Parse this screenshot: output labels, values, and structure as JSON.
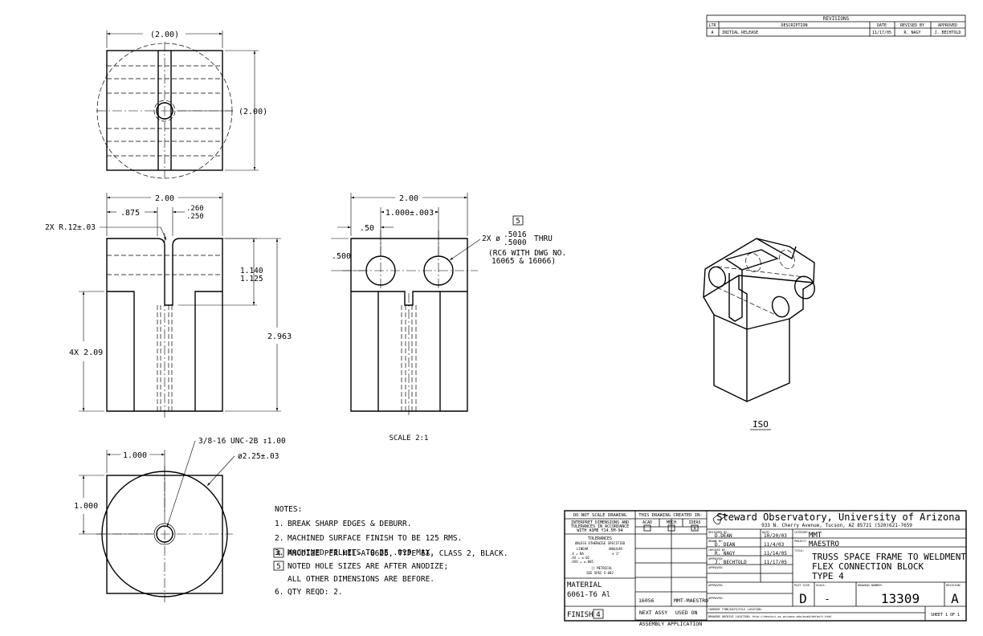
{
  "revisions": {
    "title": "REVISIONS",
    "headers": [
      "LTR",
      "DESCRIPTION",
      "DATE",
      "REVISED BY",
      "APPROVED"
    ],
    "rows": [
      [
        "A",
        "INITIAL RELEASE",
        "11/17/05",
        "R. NAGY",
        "J. BECHTOLD"
      ]
    ]
  },
  "views": {
    "top": {
      "dim_width": "(2.00)",
      "dim_height": "(2.00)"
    },
    "front": {
      "dim_width": "2.00",
      "dim_875": ".875",
      "dim_slot_1": ".260",
      "dim_slot_2": ".250",
      "radius": "2X R.12±.03",
      "dim_depth_1": "1.140",
      "dim_depth_2": "1.125",
      "dim_leg": "4X 2.09",
      "dim_height": "2.963"
    },
    "side": {
      "dim_width": "2.00",
      "dim_spacing": "1.000±.003",
      "dim_50": ".50",
      "dim_500": ".500",
      "flag": "5",
      "hole_prefix": "2X ø",
      "hole_max": ".5016",
      "hole_min": ".5000",
      "hole_thru": "THRU",
      "note_1": "(RC6 WITH DWG NO.",
      "note_2": "16065 & 16066)",
      "scale": "SCALE 2:1"
    },
    "bottom": {
      "dim_1000": "1.000",
      "dim_1000_v": "1.000",
      "thread": "3/8-16 UNC-2B ↧1.00",
      "diameter": "ø2.25±.03"
    },
    "iso_label": "ISO"
  },
  "notes": {
    "title": "NOTES:",
    "items": [
      {
        "num": "1.",
        "text": "BREAK SHARP EDGES & DEBURR."
      },
      {
        "num": "2.",
        "text": "MACHINED SURFACE FINISH TO BE 125 RMS."
      },
      {
        "num": "3.",
        "text": "MACHINED FILLETS TO BE .015 MAX."
      },
      {
        "num": "4",
        "text": "ANODIZE PER MIL-A-8625, TYPE II, CLASS 2, BLACK."
      },
      {
        "num": "5",
        "text": "NOTED HOLE SIZES ARE AFTER ANODIZE;"
      },
      {
        "num": "",
        "text": "ALL OTHER DIMENSIONS ARE BEFORE."
      },
      {
        "num": "6.",
        "text": "QTY REQD: 2."
      }
    ]
  },
  "title_block": {
    "do_not_scale": "DO NOT SCALE DRAWING",
    "interpret_1": "INTERPRET DIMENSIONS AND",
    "interpret_2": "TOLERANCES IN ACCORDANCE",
    "interpret_3": "WITH ASME Y14.5M-94",
    "tolerances": "TOLERANCES",
    "unless": "UNLESS OTHERWISE SPECIFIED",
    "linear": "LINEAR",
    "angular": "ANGULAR",
    "tol_x": ".X  = NA",
    "tol_xx": ".XX = ±.02",
    "tol_xxx": ".XXX = ±.005",
    "tol_ang": "± 1°",
    "metrical": "(( METRICAL",
    "see_spec": "SEE SPEC S-002",
    "created_in": "THIS DRAWING CREATED IN:",
    "sw_1": "ACAD",
    "sw_2": "MECH",
    "sw_3": "IDEAS",
    "sw_check": "X",
    "material_label": "MATERIAL",
    "material": "6061-T6 Al",
    "finish_label": "FINISH",
    "finish_flag": "4",
    "next_assy_num": "16056",
    "next_assy_name": "MMT-MAESTRO",
    "next_assy": "NEXT ASSY",
    "used_on": "USED ON",
    "assembly_app": "ASSEMBLY APPLICATION",
    "org": "Steward Observatory, University of Arizona",
    "address": "933 N. Cherry Avenue, Tucson, AZ  85721   (520)621-7659",
    "designed_by_label": "DESIGNED BY:",
    "designed_by": "D.DEAN",
    "date_label": "DATE:",
    "designed_date": "10/20/03",
    "drawn_by_label": "DRAWN BY:",
    "drawn_by": "D. DEAN",
    "drawn_date": "11/4/03",
    "checked_by_label": "CHECKED BY:",
    "checked_by": "R. NAGY",
    "checked_date": "11/14/05",
    "approved_label": "APPROVED:",
    "approved_by": "J. BECHTOLD",
    "approved_date": "11/17/05",
    "category_label": "CATEGORY:",
    "category": "MMT",
    "project_label": "PROJECT:",
    "project": "MAESTRO",
    "title_label": "TITLE:",
    "title_1": "TRUSS SPACE FRAME TO WELDMENT",
    "title_2": "FLEX CONNECTION BLOCK",
    "title_3": "TYPE 4",
    "plot_size_label": "PLOT SIZE",
    "plot_size": "D",
    "scale_label": "SCALE:",
    "scale": "-",
    "dwg_num_label": "DRAWING NUMBER:",
    "dwg_num": "13309",
    "revision_label": "REVISION:",
    "revision": "A",
    "current_loc": "CURRENT TIME/DATE/FILE LOCATION:",
    "archive_loc": "DRAWING ARCHIVE LOCATION: http://devinci.as.arizona.edu/ecad/default.html",
    "sheet": "SHEET 1 OF 1"
  }
}
